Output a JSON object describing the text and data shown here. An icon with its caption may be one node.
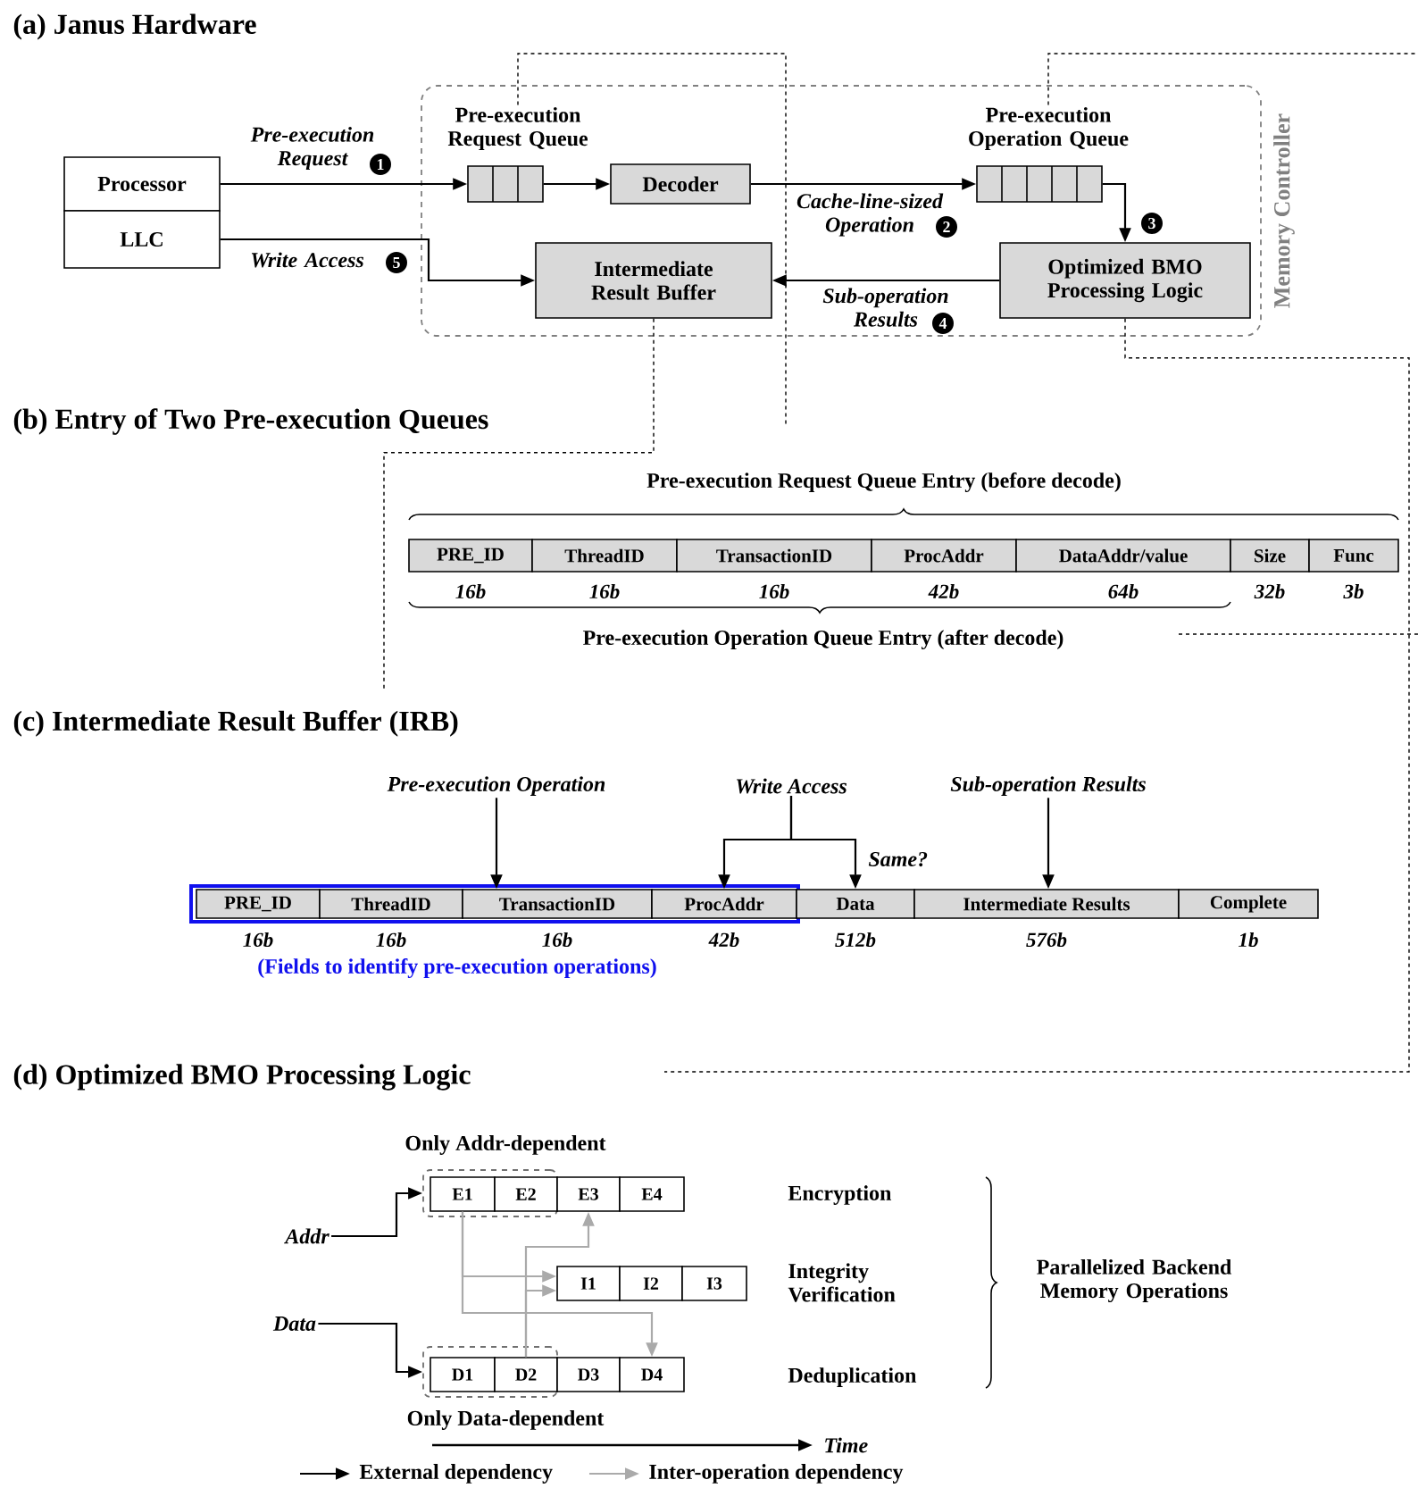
{
  "diagram": {
    "nodes": [
      {
        "text": [
          "Memory Controller"
        ]
      },
      {
        "text": [
          "Processor"
        ]
      },
      {
        "text": [
          "LLC"
        ]
      },
      {
        "text": [
          "Pre-execution Request Queue"
        ],
        "in": 0
      },
      {
        "text": [
          "Decoder"
        ],
        "in": 0
      },
      {
        "text": [
          "Pre-execution Operation Queue"
        ],
        "in": 0
      },
      {
        "text": [
          "Intermediate Result Buffer"
        ],
        "in": 0
      },
      {
        "text": [
          "Optimized BMO Processing Logic"
        ],
        "in": 0
      },
      {
        "text": [
          "Pre-execution Operation"
        ]
      },
      {
        "text": [
          "Write Access"
        ]
      },
      {
        "text": [
          "Sub-operation Results"
        ]
      },
      {
        "text": [
          "(Fields to identify pre-execution operations)"
        ]
      },
      {
        "text": [
          "PRE_ID"
        ],
        "in": 11,
        "beside": [
          "16b"
        ]
      },
      {
        "text": [
          "ThreadID"
        ],
        "in": 11,
        "beside": [
          "16b"
        ]
      },
      {
        "text": [
          "TransactionID"
        ],
        "in": 11,
        "beside": [
          "16b"
        ]
      },
      {
        "text": [
          "ProcAddr"
        ],
        "in": 11,
        "beside": [
          "42b"
        ]
      },
      {
        "text": [
          "Data"
        ],
        "beside": [
          "512b"
        ]
      },
      {
        "text": [
          "Intermediate Results"
        ],
        "beside": [
          "576b"
        ]
      },
      {
        "text": [
          "Complete"
        ],
        "beside": [
          "1b"
        ]
      },
      {
        "text": [
          "Addr"
        ]
      },
      {
        "text": [
          "Data"
        ]
      },
      {
        "text": [
          "Only Addr-dependent"
        ]
      },
      {
        "text": [
          "E1"
        ],
        "in": 21
      },
      {
        "text": [
          "E2"
        ],
        "in": 21
      },
      {
        "text": [
          "E3"
        ]
      },
      {
        "text": [
          "E4"
        ]
      },
      {
        "text": [
          "I1"
        ]
      },
      {
        "text": [
          "I2"
        ]
      },
      {
        "text": [
          "I3"
        ]
      },
      {
        "text": [
          "Only Data-dependent"
        ]
      },
      {
        "text": [
          "D1"
        ],
        "in": 29
      },
      {
        "text": [
          "D2"
        ],
        "in": 29
      },
      {
        "text": [
          "D3"
        ]
      },
      {
        "text": [
          "D4"
        ]
      }
    ],
    "edges": [
      {
        "from": 1,
        "to": 3,
        "arrow": "to",
        "label": "Pre-execution Request"
      },
      {
        "from": 3,
        "to": 4,
        "arrow": "to"
      },
      {
        "from": 4,
        "to": 5,
        "arrow": "to",
        "label": "Cache-line-sized Operation"
      },
      {
        "from": 5,
        "to": 7,
        "arrow": "to"
      },
      {
        "from": 7,
        "to": 6,
        "arrow": "to",
        "label": "Sub-operation Results"
      },
      {
        "from": 2,
        "to": 6,
        "arrow": "to",
        "label": "Write Access"
      },
      {
        "from": 3,
        "to": null,
        "arrow": "none",
        "style": "dashed"
      },
      {
        "from": 5,
        "to": null,
        "arrow": "none",
        "style": "dashed"
      },
      {
        "from": 6,
        "to": null,
        "arrow": "none",
        "style": "dashed"
      },
      {
        "from": 7,
        "to": null,
        "arrow": "none",
        "style": "dashed"
      },
      {
        "from": 8,
        "to": 14,
        "arrow": "to"
      },
      {
        "from": 9,
        "to": 15,
        "arrow": "to"
      },
      {
        "from": 9,
        "to": 16,
        "arrow": "to",
        "label": "Same?"
      },
      {
        "from": 10,
        "to": 17,
        "arrow": "to"
      },
      {
        "from": 19,
        "to": 21,
        "arrow": "to"
      },
      {
        "from": 20,
        "to": 29,
        "arrow": "to"
      },
      {
        "from": 22,
        "to": 26,
        "arrow": "to",
        "color": "#aaaaaa"
      },
      {
        "from": 22,
        "to": 33,
        "arrow": "to",
        "color": "#aaaaaa"
      },
      {
        "from": 31,
        "to": 24,
        "arrow": "to",
        "color": "#aaaaaa"
      },
      {
        "from": 31,
        "to": 26,
        "arrow": "to",
        "color": "#aaaaaa"
      }
    ],
    "labels": [
      "(a) Janus Hardware",
      "1",
      "2",
      "3",
      "4",
      "5",
      "(b) Entry of Two Pre-execution Queues",
      "Pre-execution Request Queue Entry (before decode)",
      "PRE_ID",
      "ThreadID",
      "TransactionID",
      "ProcAddr",
      "DataAddr/value",
      "Size",
      "Func",
      "16b",
      "16b",
      "16b",
      "42b",
      "64b",
      "32b",
      "3b",
      "Pre-execution Operation Queue Entry (after decode)",
      "(c) Intermediate Result Buffer (IRB)",
      "(d) Optimized BMO Processing Logic",
      "Encryption",
      "Integrity Verification",
      "Deduplication",
      "Parallelized Backend Memory Operations",
      "Time"
    ],
    "legend": [
      {
        "text": "External dependency"
      },
      {
        "text": "Inter-operation dependency"
      }
    ]
  }
}
